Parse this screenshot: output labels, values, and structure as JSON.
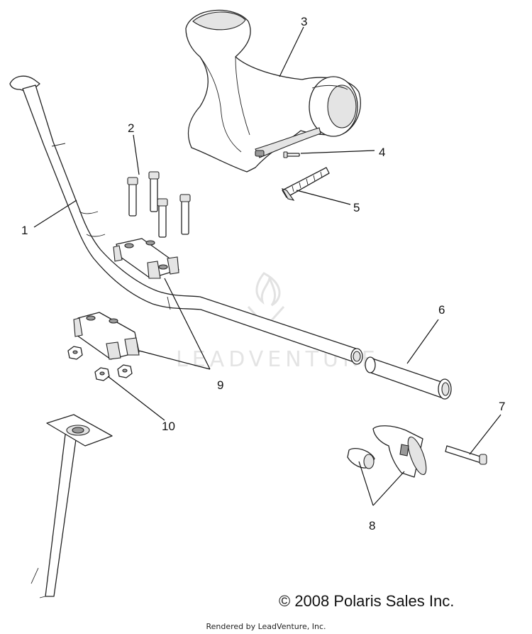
{
  "diagram": {
    "callouts": [
      "1",
      "2",
      "3",
      "4",
      "5",
      "6",
      "7",
      "8",
      "9",
      "10"
    ],
    "watermark": "LEADVENTURE"
  },
  "footer": {
    "copyright": "© 2008 Polaris Sales Inc.",
    "rendered_by": "Rendered by LeadVenture, Inc."
  }
}
